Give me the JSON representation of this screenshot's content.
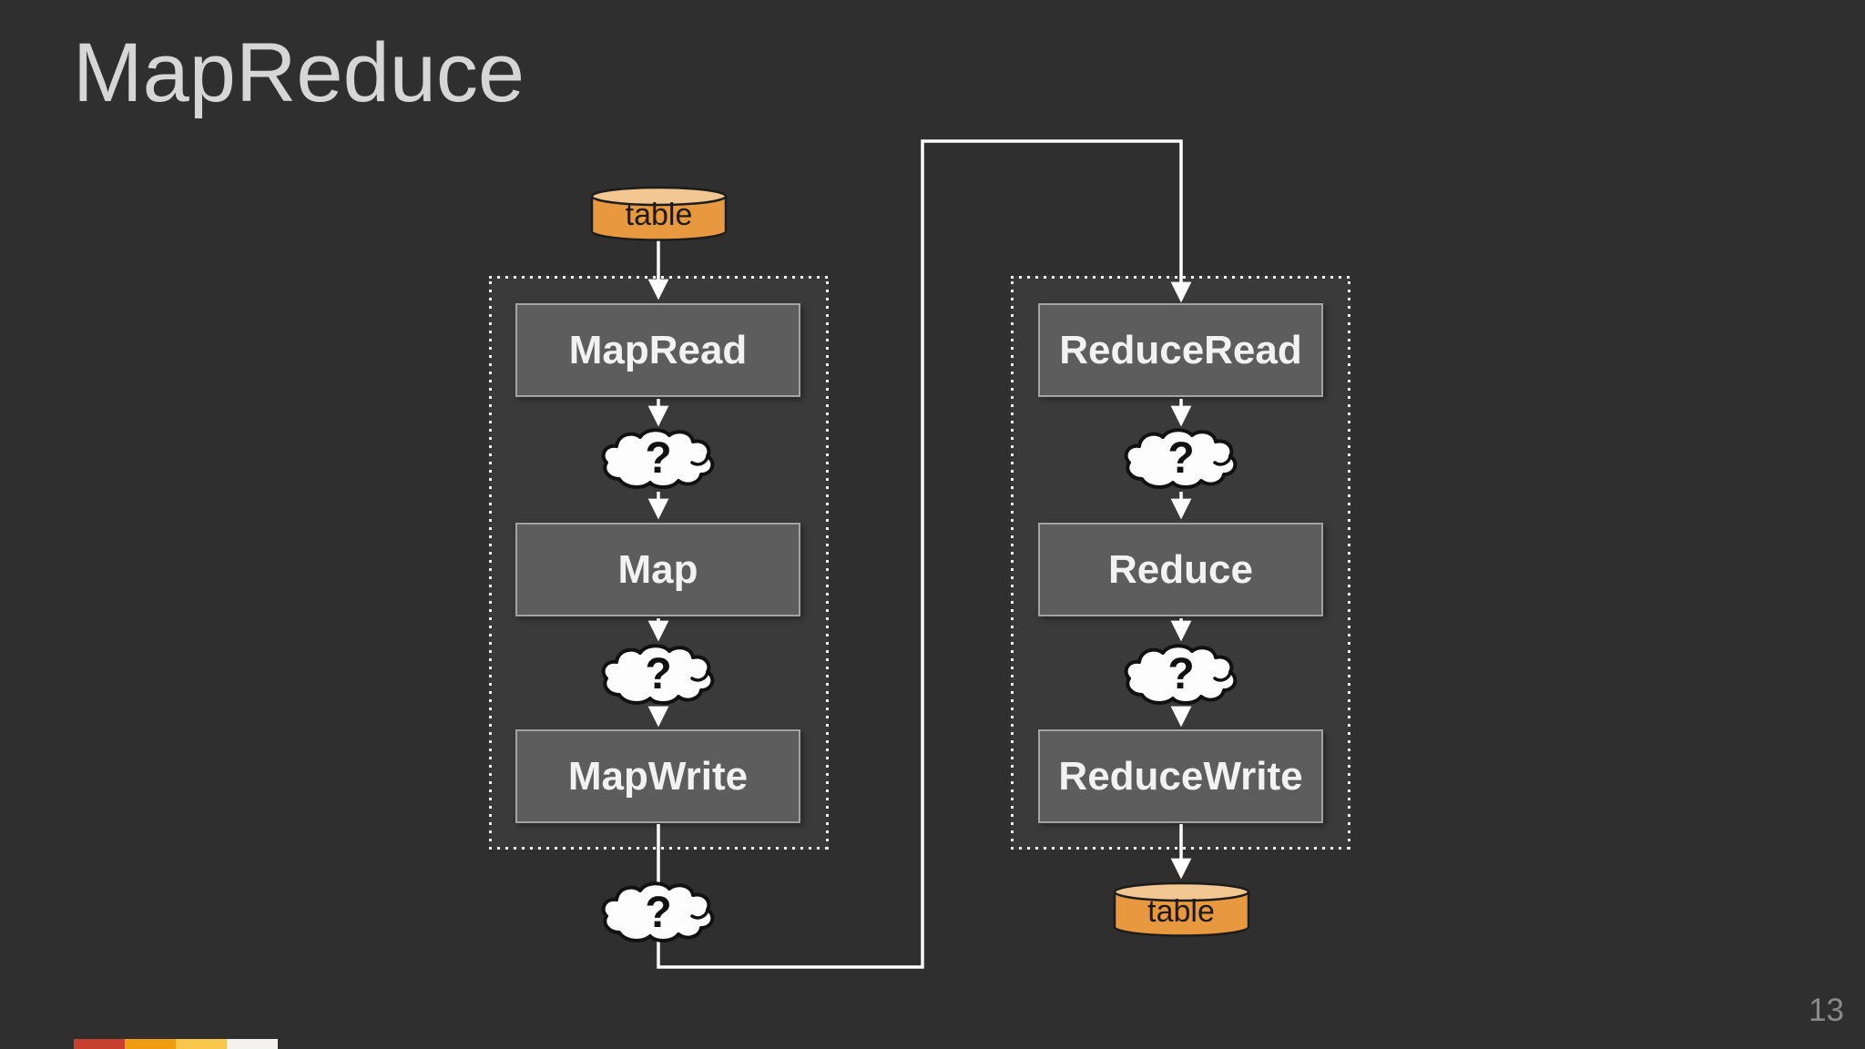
{
  "slide": {
    "title": "MapReduce",
    "page_number": "13"
  },
  "diagram": {
    "input_table": {
      "label": "table"
    },
    "output_table": {
      "label": "table"
    },
    "map_stage": {
      "read": "MapRead",
      "process": "Map",
      "write": "MapWrite"
    },
    "reduce_stage": {
      "read": "ReduceRead",
      "process": "Reduce",
      "write": "ReduceWrite"
    },
    "unknown_marker": "?"
  },
  "colors": {
    "background": "#2f2f2f",
    "panel_background": "#3a3a3a",
    "panel_dotted_border": "#f2f2f2",
    "box_fill": "#5d5d5d",
    "box_border": "#a3a3a3",
    "box_text": "#f2f2f2",
    "cylinder_body": "#e8993f",
    "cylinder_top": "#f2c791",
    "cylinder_outline": "#1c1c1c",
    "cloud_fill": "#fdfdfd",
    "cloud_outline": "#111111",
    "connector": "#ffffff",
    "title_text": "#d6d6d6",
    "page_number_text": "#8a8a8a",
    "footer_bar_colors": [
      "#c7402d",
      "#f09d13",
      "#f7c64a",
      "#f4f2ef"
    ]
  }
}
